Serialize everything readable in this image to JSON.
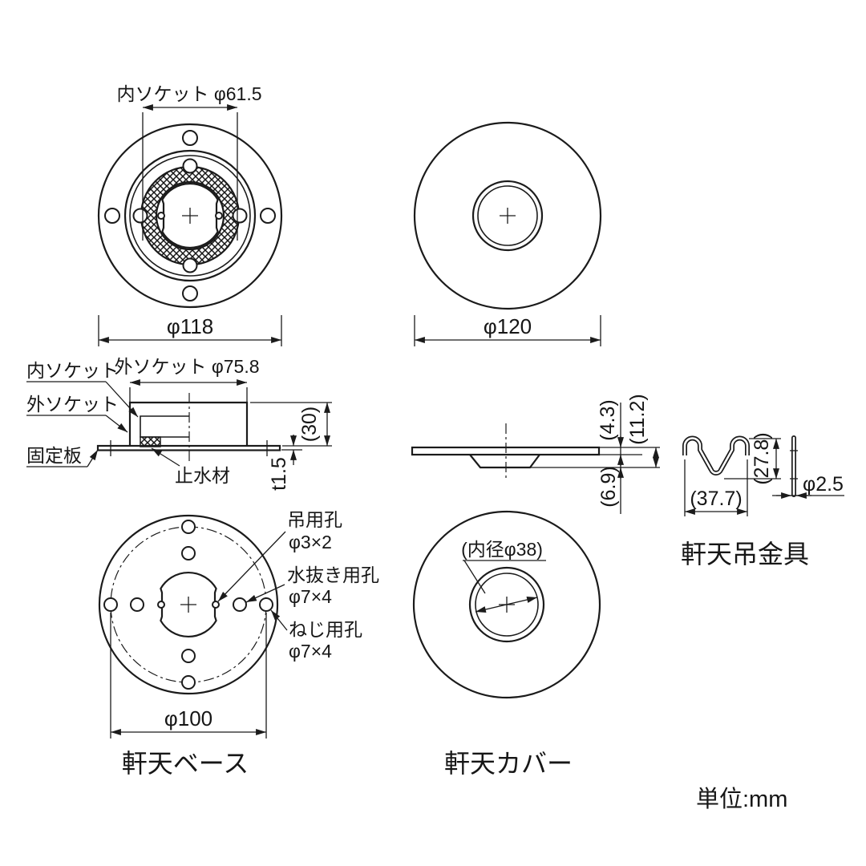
{
  "base_top": {
    "dim_socket": "内ソケット φ61.5",
    "dim_flange": "φ118"
  },
  "cover_top": {
    "dim_outer": "φ120"
  },
  "section": {
    "inner_socket": "内ソケット",
    "outer_socket_dim": "外ソケット φ75.8",
    "outer_socket": "外ソケット",
    "fixing_plate": "固定板",
    "seal": "止水材",
    "height": "(30)",
    "thickness": "t1.5"
  },
  "cover_side": {
    "upper": "(4.3)",
    "total": "(11.2)",
    "lower": "(6.9)"
  },
  "bracket": {
    "width": "(37.7)",
    "height": "(27.8)",
    "wire_dia": "φ2.5",
    "caption": "軒天吊金具"
  },
  "base_bottom": {
    "hang_hole": "吊用孔",
    "hang_hole_dim": "φ3×2",
    "drain_hole": "水抜き用孔",
    "drain_hole_dim": "φ7×4",
    "screw_hole": "ねじ用孔",
    "screw_hole_dim": "φ7×4",
    "bolt_circle": "φ100",
    "caption": "軒天ベース"
  },
  "cover_bottom": {
    "inner_dia": "(内径φ38)",
    "caption": "軒天カバー"
  },
  "unit": "単位:mm"
}
